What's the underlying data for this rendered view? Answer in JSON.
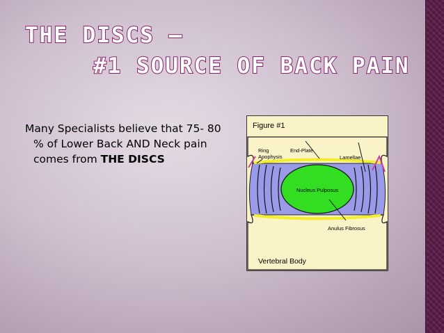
{
  "slide": {
    "title_line1": "THE DISCS –",
    "title_line2": "#1 SOURCE OF BACK PAIN",
    "body_prefix": "Many Specialists believe that 75- 80 % of Lower Back AND Neck pain comes from ",
    "body_emphasis": "THE DISCS"
  },
  "figure": {
    "caption": "Figure #1",
    "labels": {
      "ring_apophysis_1": "Ring",
      "ring_apophysis_2": "Apophysis",
      "end_plate": "End-Plate",
      "lamellae": "Lamellae",
      "nucleus": "Nucleus Pulposus",
      "anulus": "Anulus Fibrosus",
      "vertebral_body": "Vertebral Body"
    }
  },
  "colors": {
    "title_outline": "#8b1e6e",
    "strip": "#5a1d48",
    "figure_bg": "#fbf3c8",
    "disc_blue": "#9a9be8",
    "nucleus_green": "#33dd22",
    "endplate_yellow": "#f2ee2a"
  }
}
